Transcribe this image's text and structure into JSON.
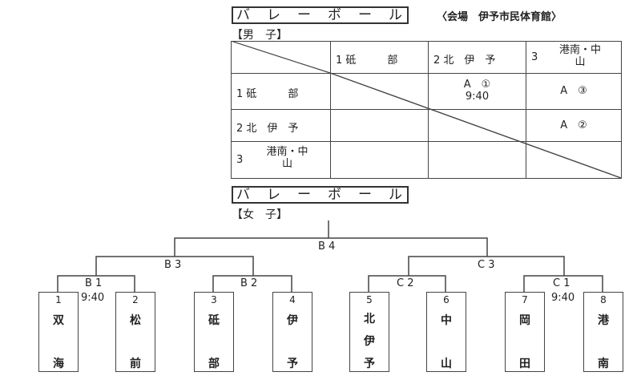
{
  "header": {
    "title_chars": [
      "バ",
      "レ",
      "ー",
      "ボ",
      "ー",
      "ル"
    ],
    "venue": "〈会場　伊予市民体育館〉"
  },
  "boys": {
    "section_label": "【男　子】",
    "teams": [
      {
        "num": "1",
        "name": "砥　　　部"
      },
      {
        "num": "2",
        "name": "北　伊　予"
      },
      {
        "num": "3",
        "name_line1": "港南・中",
        "name_line2": "山"
      }
    ],
    "matches": {
      "r1c2": {
        "line1": "A　①",
        "line2": "9:40"
      },
      "r1c3": {
        "line1": "A　③"
      },
      "r2c3": {
        "line1": "A　②"
      }
    }
  },
  "girls": {
    "section_label": "【女　子】",
    "bracket_labels": {
      "final": "B 4",
      "semi_left": "B 3",
      "semi_right": "C 3",
      "q1": "B 1",
      "q2": "B 2",
      "q3": "C 2",
      "q4": "C 1",
      "time_q1": "9:40",
      "time_q4": "9:40"
    },
    "teams": [
      {
        "num": "1",
        "chars": [
          "双",
          "海"
        ]
      },
      {
        "num": "2",
        "chars": [
          "松",
          "前"
        ]
      },
      {
        "num": "3",
        "chars": [
          "砥",
          "部"
        ]
      },
      {
        "num": "4",
        "chars": [
          "伊",
          "予"
        ]
      },
      {
        "num": "5",
        "chars": [
          "北",
          "伊",
          "予"
        ]
      },
      {
        "num": "6",
        "chars": [
          "中",
          "山"
        ]
      },
      {
        "num": "7",
        "chars": [
          "岡",
          "田"
        ]
      },
      {
        "num": "8",
        "chars": [
          "港",
          "南"
        ]
      }
    ]
  }
}
